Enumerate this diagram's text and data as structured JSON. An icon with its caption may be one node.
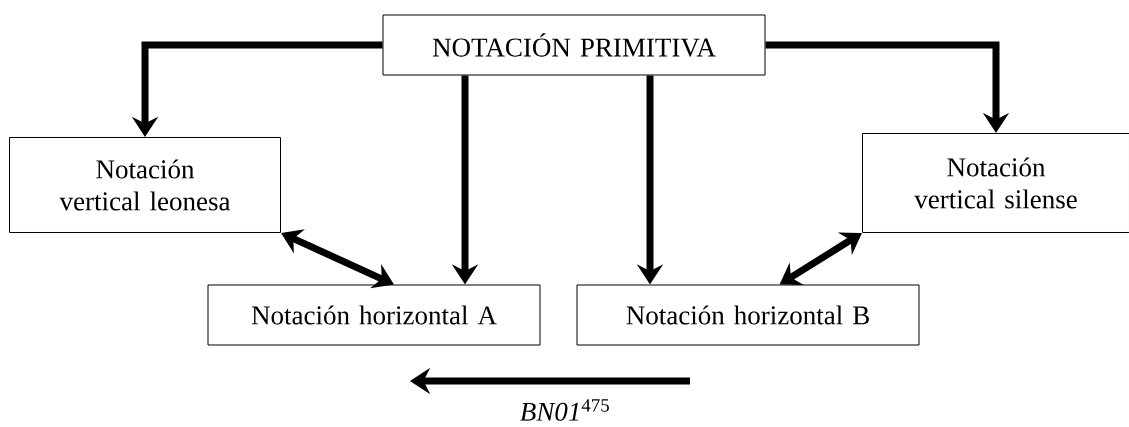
{
  "diagram": {
    "nodes": [
      {
        "text": [
          "NOTACIÓN PRIMITIVA"
        ]
      },
      {
        "text": [
          "Notación vertical leonesa"
        ]
      },
      {
        "text": [
          "Notación vertical silense"
        ]
      },
      {
        "text": [
          "Notación horizontal A"
        ]
      },
      {
        "text": [
          "Notación horizontal B"
        ]
      }
    ],
    "edges": [
      {
        "from": 0,
        "to": 1,
        "arrow": "to"
      },
      {
        "from": 0,
        "to": 2,
        "arrow": "to"
      },
      {
        "from": 0,
        "to": 3,
        "arrow": "to"
      },
      {
        "from": 0,
        "to": 4,
        "arrow": "to"
      },
      {
        "from": 1,
        "to": 3,
        "arrow": "both"
      },
      {
        "from": 2,
        "to": 4,
        "arrow": "both"
      }
    ],
    "labels": [
      "*BN01*$^{475}$"
    ]
  }
}
